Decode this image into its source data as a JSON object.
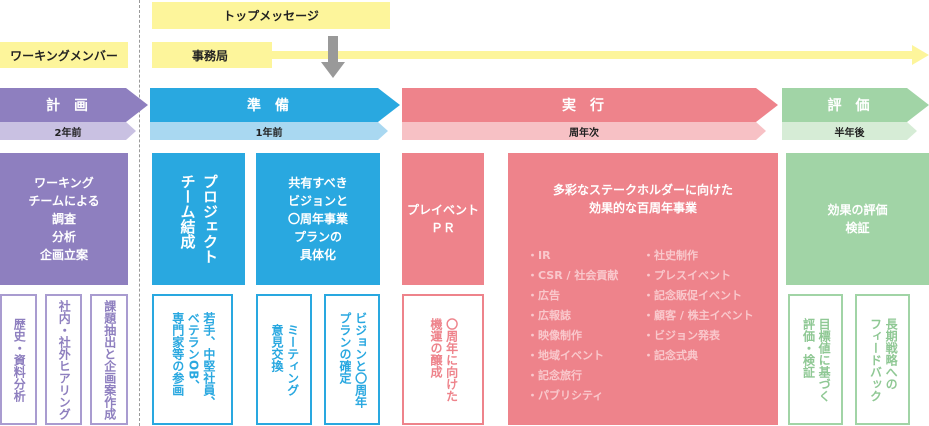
{
  "top_message": "トップメッセージ",
  "working_member": "ワーキングメンバー",
  "secretariat": "事務局",
  "colors": {
    "plan": "#8e7fbf",
    "prep": "#29a8e0",
    "exec": "#ee838b",
    "eval": "#a1d4a6",
    "yellow": "#fdf59b"
  },
  "phases": [
    {
      "label": "計画",
      "timing": "2年前"
    },
    {
      "label": "準備",
      "timing": "1年前"
    },
    {
      "label": "実行",
      "timing": "周年次"
    },
    {
      "label": "評価",
      "timing": "半年後"
    }
  ],
  "plan": {
    "main": "ワーキング\nチームによる\n調査\n分析\n企画立案",
    "subs": [
      "歴史・資料分析",
      "社内・社外ヒアリング",
      "課題抽出と企画案作成"
    ]
  },
  "prep": {
    "main1": "プロジェクト\nチーム結成",
    "main2": "共有すべき\nビジョンと\n〇周年事業\nプランの\n具体化",
    "subs": [
      "若手、中堅社員、\nベテランOB、\n専門家等の参画",
      "ミーティング\n意見交換",
      "ビジョンと〇周年\nプランの確定"
    ]
  },
  "exec": {
    "main1": "プレイベント\nＰＲ",
    "main2_title": "多彩なステークホルダーに向けた\n効果的な百周年事業",
    "list_left": [
      "IR",
      "CSR / 社会貢献",
      "広告",
      "広報誌",
      "映像制作",
      "地域イベント",
      "記念旅行",
      "パブリシティ"
    ],
    "list_right": [
      "社史制作",
      "プレスイベント",
      "記念販促イベント",
      "顧客 / 株主イベント",
      "ビジョン発表",
      "記念式典"
    ],
    "sub": "〇周年に向けた\n機運の醸成"
  },
  "eval": {
    "main": "効果の評価\n検証",
    "subs": [
      "目標値に基づく\n評価・検証",
      "長期戦略への\nフィードバック"
    ]
  }
}
